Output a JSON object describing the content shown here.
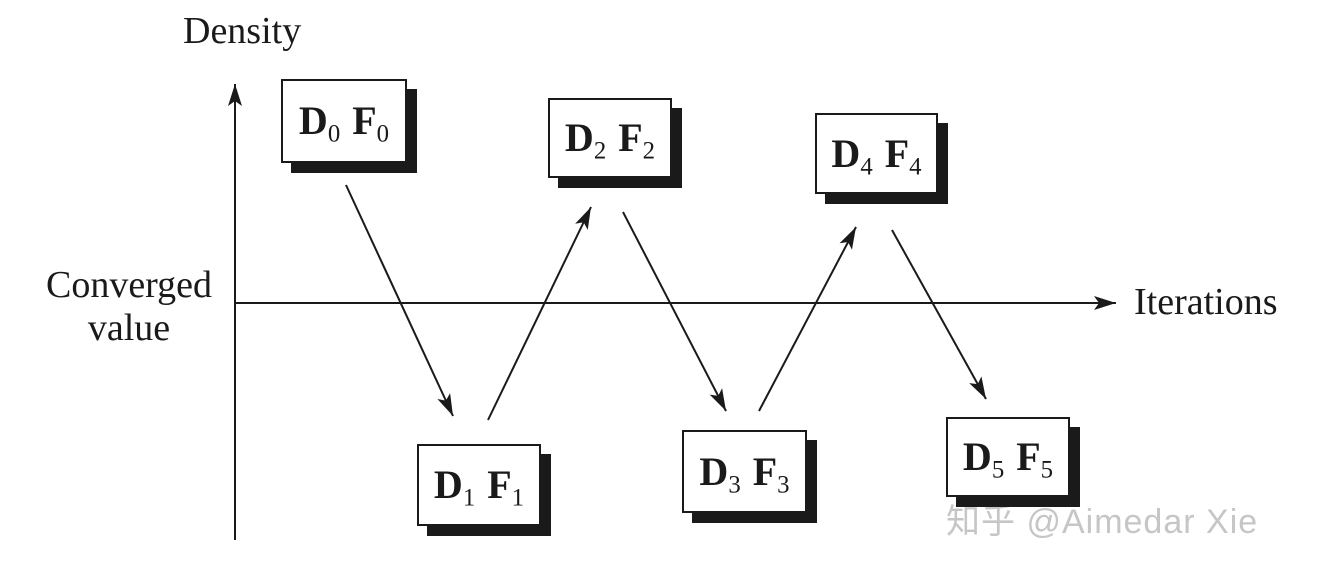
{
  "axes": {
    "y_label": "Density",
    "x_label": "Iterations",
    "converged_line1": "Converged",
    "converged_line2": "value"
  },
  "nodes": [
    {
      "id": "D0F0",
      "d": "D",
      "d_sub": "0",
      "f": "F",
      "f_sub": "0",
      "position": "above-axis"
    },
    {
      "id": "D1F1",
      "d": "D",
      "d_sub": "1",
      "f": "F",
      "f_sub": "1",
      "position": "below-axis"
    },
    {
      "id": "D2F2",
      "d": "D",
      "d_sub": "2",
      "f": "F",
      "f_sub": "2",
      "position": "above-axis"
    },
    {
      "id": "D3F3",
      "d": "D",
      "d_sub": "3",
      "f": "F",
      "f_sub": "3",
      "position": "below-axis"
    },
    {
      "id": "D4F4",
      "d": "D",
      "d_sub": "4",
      "f": "F",
      "f_sub": "4",
      "position": "above-axis"
    },
    {
      "id": "D5F5",
      "d": "D",
      "d_sub": "5",
      "f": "F",
      "f_sub": "5",
      "position": "below-axis"
    }
  ],
  "arrows": [
    {
      "from": "D0F0",
      "to": "D1F1"
    },
    {
      "from": "D1F1",
      "to": "D2F2"
    },
    {
      "from": "D2F2",
      "to": "D3F3"
    },
    {
      "from": "D3F3",
      "to": "D4F4"
    },
    {
      "from": "D4F4",
      "to": "D5F5"
    }
  ],
  "watermark": {
    "text": "知乎 @Aimedar Xie"
  },
  "colors": {
    "ink": "#1a1a1a",
    "box_fill": "#ffffff",
    "watermark": "#c6c6c6",
    "bg": "#ffffff"
  }
}
